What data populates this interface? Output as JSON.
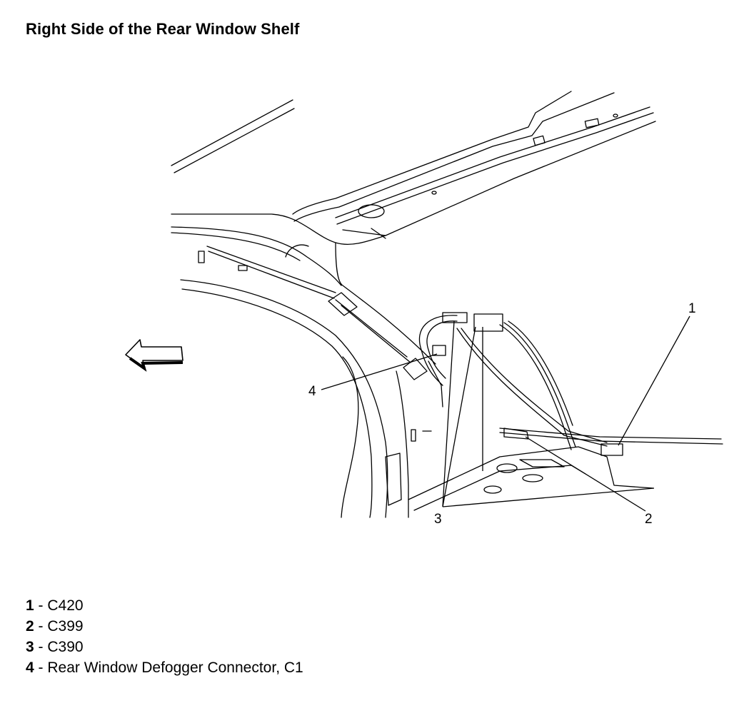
{
  "title": "Right Side of the Rear Window Shelf",
  "callouts": [
    "1",
    "2",
    "3",
    "4"
  ],
  "legend": [
    {
      "num": "1",
      "sep": " - ",
      "text": "C420"
    },
    {
      "num": "2",
      "sep": " - ",
      "text": "C399"
    },
    {
      "num": "3",
      "sep": " - ",
      "text": "C390"
    },
    {
      "num": "4",
      "sep": " - ",
      "text": "Rear Window Defogger Connector, C1"
    }
  ],
  "icons": {
    "direction_arrow": "left-arrow-icon"
  }
}
